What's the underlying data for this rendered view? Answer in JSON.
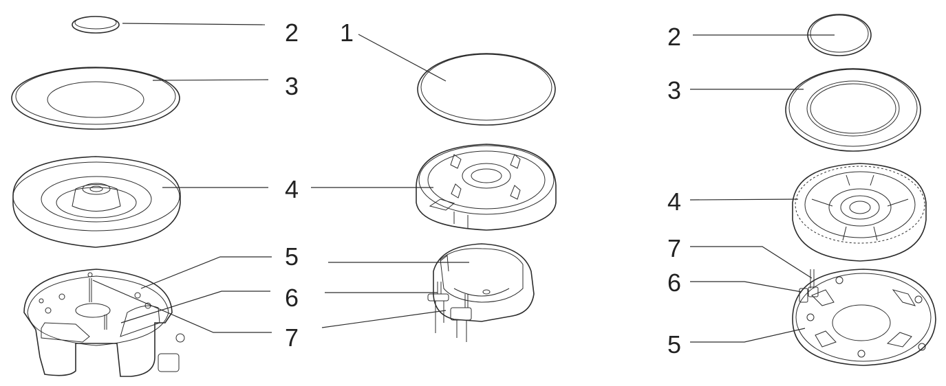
{
  "labels": {
    "left": [
      "2",
      "3",
      "4",
      "5",
      "6",
      "7"
    ],
    "middle": [
      "1"
    ],
    "right": [
      "2",
      "3",
      "4",
      "7",
      "6",
      "5"
    ]
  },
  "colors": {
    "line": "#2b2b2b",
    "text": "#222222",
    "background": "#ffffff"
  }
}
